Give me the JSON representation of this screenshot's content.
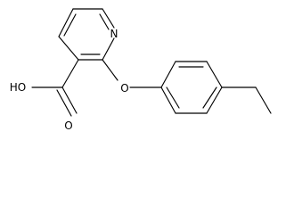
{
  "molecule": {
    "atom_labels": {
      "ring_nitrogen": "N",
      "ether_oxygen": "O",
      "carbonyl_oxygen": "O",
      "hydroxyl": "HO"
    }
  }
}
